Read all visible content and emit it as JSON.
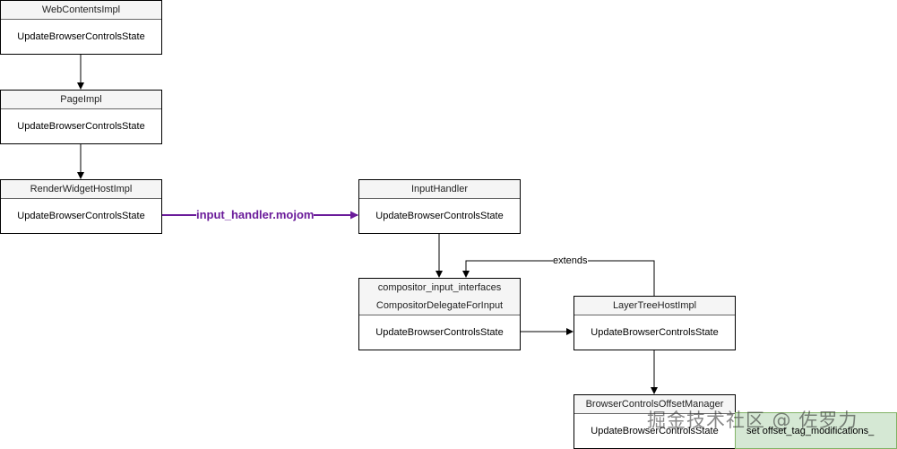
{
  "nodes": {
    "web_contents": {
      "header": "WebContentsImpl",
      "body": "UpdateBrowserControlsState"
    },
    "page": {
      "header": "PageImpl",
      "body": "UpdateBrowserControlsState"
    },
    "render_widget": {
      "header": "RenderWidgetHostImpl",
      "body": "UpdateBrowserControlsState"
    },
    "input_handler": {
      "header": "InputHandler",
      "body": "UpdateBrowserControlsState"
    },
    "compositor": {
      "header": "compositor_input_interfaces",
      "subheader": "CompositorDelegateForInput",
      "body": "UpdateBrowserControlsState"
    },
    "layer_tree": {
      "header": "LayerTreeHostImpl",
      "body": "UpdateBrowserControlsState"
    },
    "offset_manager": {
      "header": "BrowserControlsOffsetManager",
      "body": "UpdateBrowserControlsState"
    }
  },
  "edges": {
    "mojom_label": "input_handler.mojom",
    "extends_label": "extends"
  },
  "note": {
    "text": "set offset_tag_modifications_"
  },
  "watermark": {
    "text": "掘金技术社区 @ 佐罗力"
  },
  "colors": {
    "mojom_edge": "#6a1b9a",
    "note_fill": "#d5e8d4",
    "note_border": "#82b366",
    "header_fill": "#f5f5f5"
  }
}
